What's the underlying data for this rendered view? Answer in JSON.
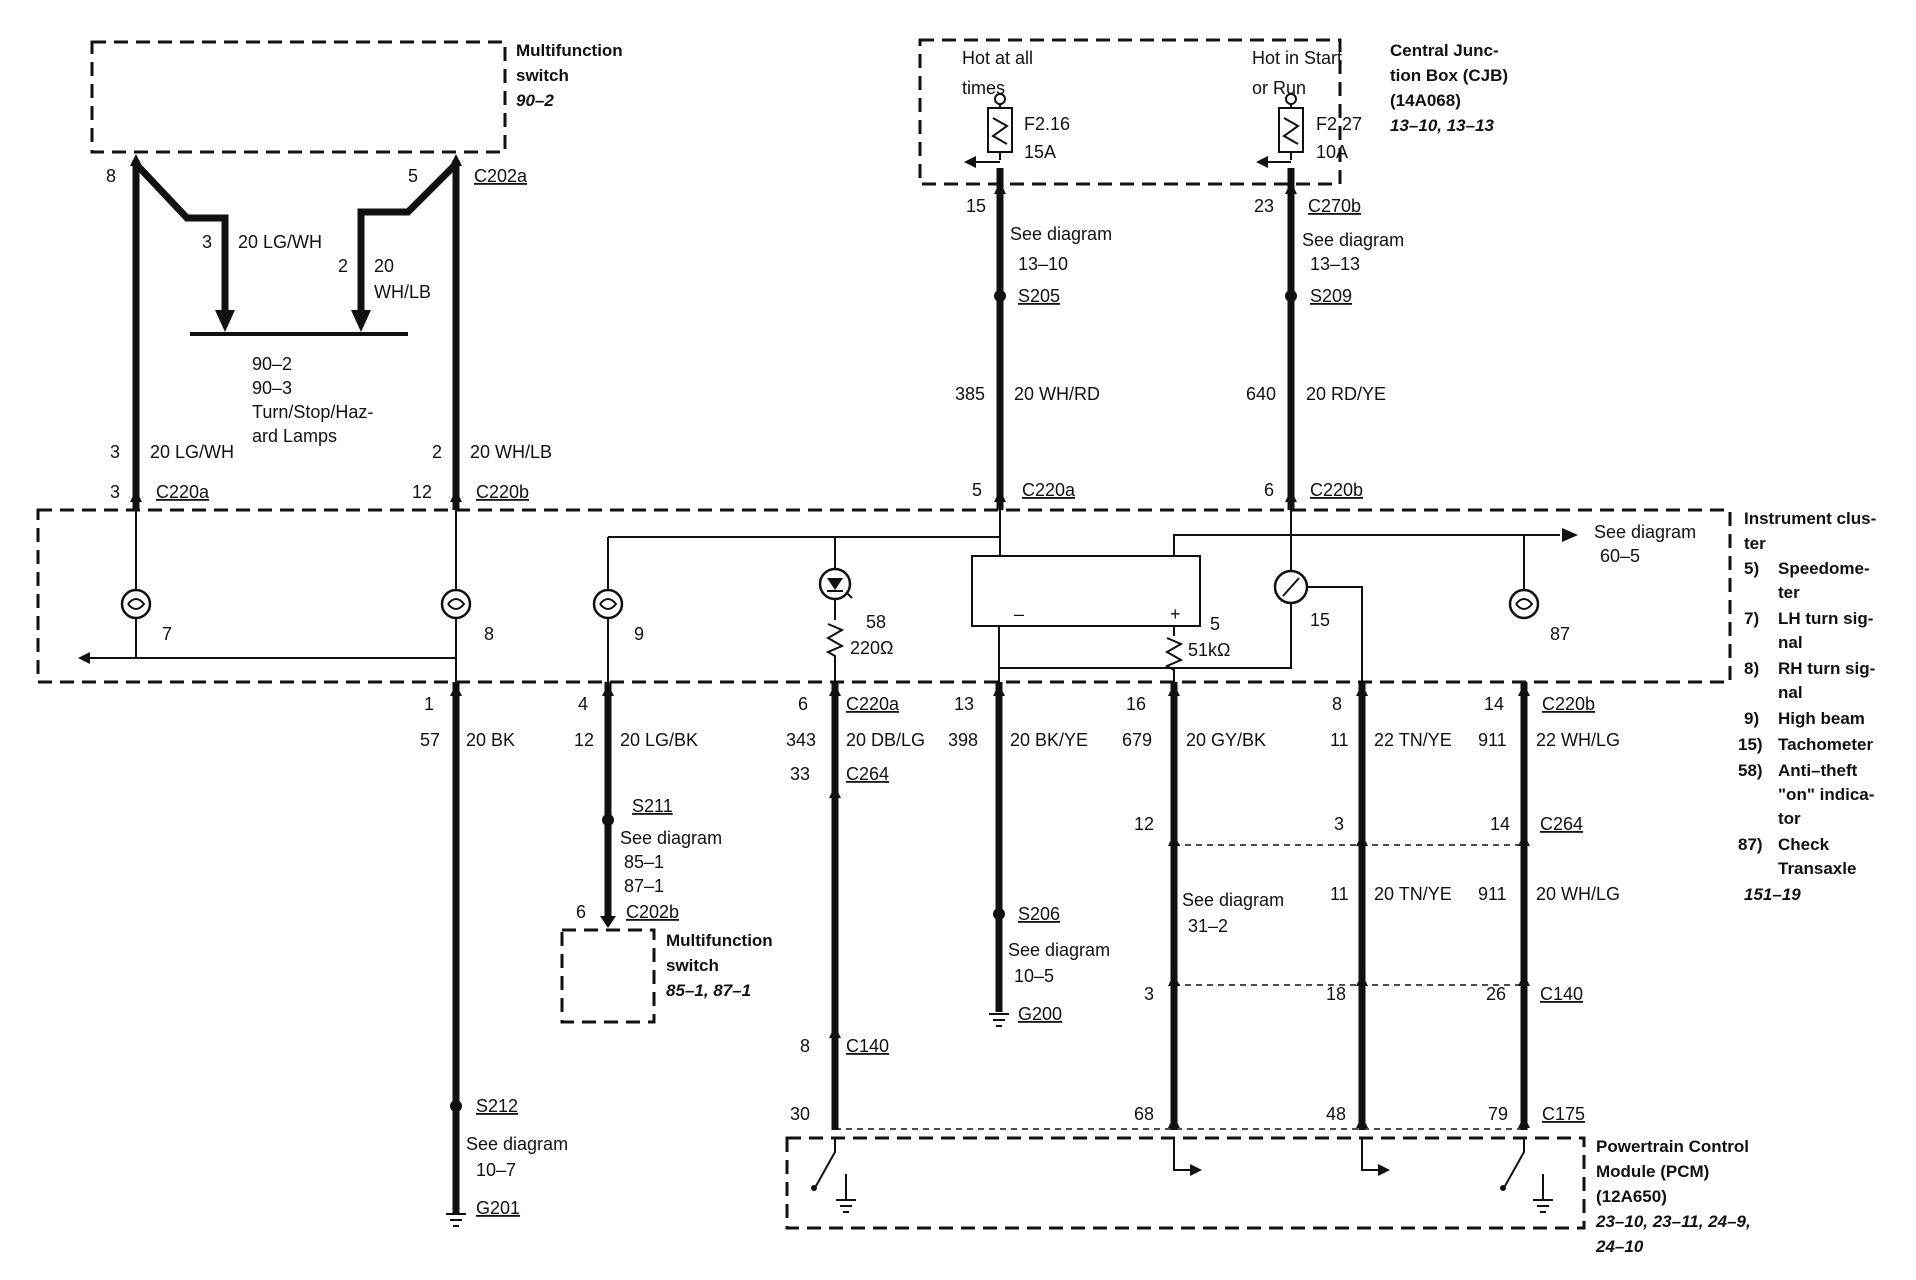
{
  "mfs_top": {
    "title_1": "Multifunction",
    "title_2": "switch",
    "ref": "90–2"
  },
  "cjb": {
    "title_1": "Central Junc-",
    "title_2": "tion Box (CJB)",
    "part": "(14A068)",
    "ref": "13–10, 13–13",
    "hot1_a": "Hot at all",
    "hot1_b": "times",
    "hot2_a": "Hot in Start",
    "hot2_b": "or Run",
    "fuse1_id": "F2.16",
    "fuse1_amp": "15A",
    "fuse2_id": "F2.27",
    "fuse2_amp": "10A"
  },
  "mfs_pins": {
    "p8": "8",
    "p5": "5",
    "conn": "C202a",
    "w3_pin": "3",
    "w3_wire": "20 LG/WH",
    "w2_pin": "2",
    "w2_wire_a": "20",
    "w2_wire_b": "WH/LB",
    "lamps_1": "90–2",
    "lamps_2": "90–3",
    "lamps_3": "Turn/Stop/Haz-",
    "lamps_4": "ard Lamps",
    "lw_pin": "3",
    "lw_wire": "20 LG/WH",
    "rw_pin": "2",
    "rw_wire": "20 WH/LB",
    "l_c_pin": "3",
    "l_conn": "C220a",
    "r_c_pin": "12",
    "r_conn": "C220b"
  },
  "cjb_out": {
    "l_pin": "15",
    "l_see": "See diagram",
    "l_ref": "13–10",
    "l_splice": "S205",
    "r_pin": "23",
    "r_conn": "C270b",
    "r_see": "See diagram",
    "r_ref": "13–13",
    "r_splice": "S209",
    "l_circ": "385",
    "l_wire": "20 WH/RD",
    "r_circ": "640",
    "r_wire": "20 RD/YE",
    "l_c_pin": "5",
    "l_c_conn": "C220a",
    "r_c_pin": "6",
    "r_c_conn": "C220b"
  },
  "cluster": {
    "title_1": "Instrument clus-",
    "title_2": "ter",
    "legend": [
      {
        "n": "5)",
        "a": "Speedome-",
        "b": "ter"
      },
      {
        "n": "7)",
        "a": "LH turn sig-",
        "b": "nal"
      },
      {
        "n": "8)",
        "a": "RH turn sig-",
        "b": "nal"
      },
      {
        "n": "9)",
        "a": "High beam",
        "b": ""
      },
      {
        "n": "15)",
        "a": "Tachometer",
        "b": ""
      },
      {
        "n": "58)",
        "a": "Anti–theft",
        "b": "\"on\" indica-",
        "c": "tor"
      },
      {
        "n": "87)",
        "a": "Check",
        "b": "Transaxle"
      }
    ],
    "ref": "151–19",
    "see_a": "See diagram",
    "see_b": "60–5",
    "b7": "7",
    "b8": "8",
    "b9": "9",
    "b58": "58",
    "r58": "220Ω",
    "b5": "5",
    "r5": "51kΩ",
    "b15": "15",
    "b87": "87",
    "minus": "–",
    "plus": "+"
  },
  "lower": {
    "c1_pin": "1",
    "c1_circ": "57",
    "c1_wire": "20 BK",
    "c1_splice": "S212",
    "c1_see": "See diagram",
    "c1_ref": "10–7",
    "c1_gnd": "G201",
    "c2_pin": "4",
    "c2_circ": "12",
    "c2_wire": "20 LG/BK",
    "c2_splice": "S211",
    "c2_see": "See diagram",
    "c2_ref1": "85–1",
    "c2_ref2": "87–1",
    "c2_cpin": "6",
    "c2_conn": "C202b",
    "mfs2_1": "Multifunction",
    "mfs2_2": "switch",
    "mfs2_ref": "85–1, 87–1",
    "c3_pin": "6",
    "c3_conn": "C220a",
    "c3_circ": "343",
    "c3_wire": "20 DB/LG",
    "c3_p2": "33",
    "c3_conn2": "C264",
    "c3_p3": "8",
    "c3_conn3": "C140",
    "c3_p4": "30",
    "c4_pin": "13",
    "c4_circ": "398",
    "c4_wire": "20 BK/YE",
    "c4_splice": "S206",
    "c4_see": "See diagram",
    "c4_ref": "10–5",
    "c4_gnd": "G200",
    "c5_pin": "16",
    "c5_circ": "679",
    "c5_wire": "20 GY/BK",
    "c5_p2": "12",
    "c5_see": "See diagram",
    "c5_ref": "31–2",
    "c5_p3": "3",
    "c5_p4": "68",
    "c6_pin": "8",
    "c6_circ": "11",
    "c6_wire": "22 TN/YE",
    "c6_p2": "3",
    "c6_circ2": "11",
    "c6_wire2": "20 TN/YE",
    "c6_p3": "18",
    "c6_p4": "48",
    "c7_pin": "14",
    "c7_conn": "C220b",
    "c7_circ": "911",
    "c7_wire": "22 WH/LG",
    "c7_p2": "14",
    "c7_conn2": "C264",
    "c7_circ2": "911",
    "c7_wire2": "20 WH/LG",
    "c7_p3": "26",
    "c7_conn3": "C140",
    "c7_p4": "79",
    "c7_conn4": "C175"
  },
  "pcm": {
    "title_1": "Powertrain Control",
    "title_2": "Module (PCM)",
    "part": "(12A650)",
    "ref_1": "23–10, 23–11, 24–9,",
    "ref_2": "24–10"
  }
}
